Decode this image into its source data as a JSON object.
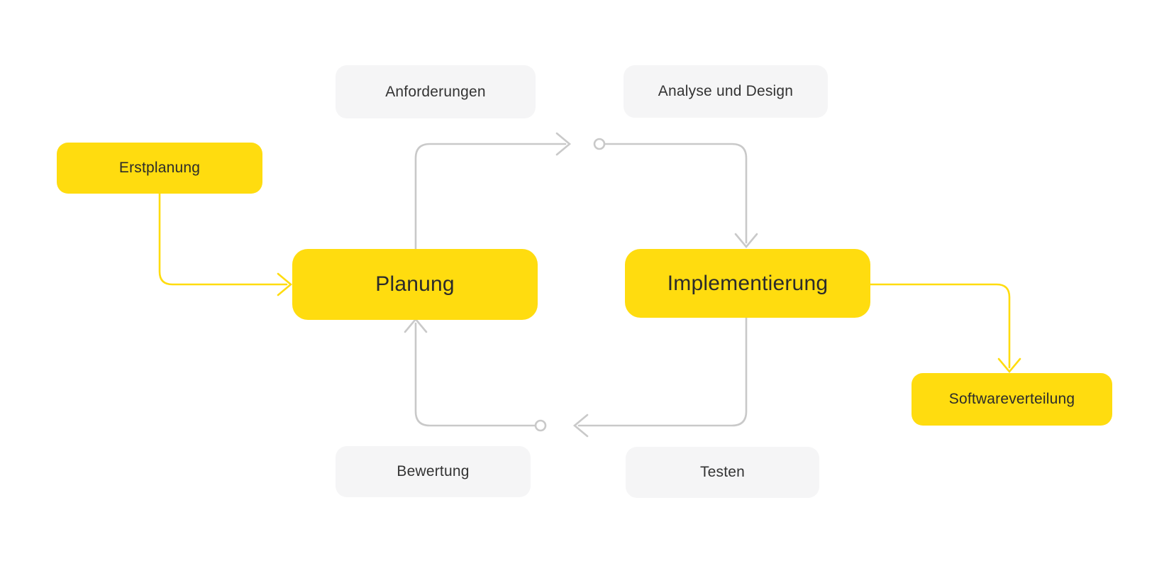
{
  "colors": {
    "accent_yellow": "#FFDC0F",
    "label_bg": "#F5F5F6",
    "connector_gray": "#C9C9C9",
    "text_dark": "#2B2B2B",
    "background": "#FFFFFF"
  },
  "diagram": {
    "type": "flowchart",
    "language": "de",
    "nodes": [
      {
        "id": "erstplanung",
        "label": "Erstplanung",
        "kind": "process",
        "highlighted": true
      },
      {
        "id": "anforderungen",
        "label": "Anforderungen",
        "kind": "phase-label",
        "highlighted": false
      },
      {
        "id": "analyse-und-design",
        "label": "Analyse und Design",
        "kind": "phase-label",
        "highlighted": false
      },
      {
        "id": "planung",
        "label": "Planung",
        "kind": "process",
        "highlighted": true
      },
      {
        "id": "implementierung",
        "label": "Implementierung",
        "kind": "process",
        "highlighted": true
      },
      {
        "id": "bewertung",
        "label": "Bewertung",
        "kind": "phase-label",
        "highlighted": false
      },
      {
        "id": "testen",
        "label": "Testen",
        "kind": "phase-label",
        "highlighted": false
      },
      {
        "id": "softwareverteilung",
        "label": "Softwareverteilung",
        "kind": "process",
        "highlighted": true
      }
    ],
    "edges": [
      {
        "from": "Erstplanung",
        "to": "Planung",
        "style": "yellow"
      },
      {
        "from": "Planung",
        "to": "Implementierung",
        "through": "Anforderungen, Analyse und Design",
        "style": "gray"
      },
      {
        "from": "Implementierung",
        "to": "Planung",
        "through": "Testen, Bewertung",
        "style": "gray"
      },
      {
        "from": "Implementierung",
        "to": "Softwareverteilung",
        "style": "yellow"
      }
    ]
  }
}
